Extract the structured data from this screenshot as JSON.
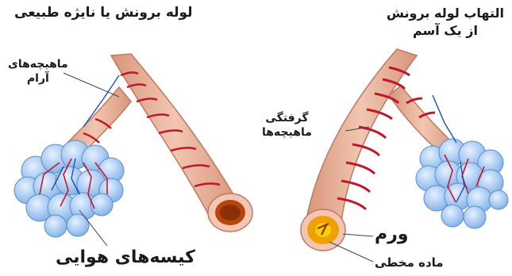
{
  "labels": {
    "left_title": "لوله برونش یا نایژه طبیعی",
    "right_title_line1": "التهاب لوله برونش",
    "right_title_line2": "از یک آسم",
    "relaxed_muscles_line1": "ماهیچه‌های",
    "relaxed_muscles_line2": "آرام",
    "muscle_tightening_line1": "گرفتگی",
    "muscle_tightening_line2": "ماهیچه‌ها",
    "air_sacs": "کیسه‌های هوایی",
    "swelling": "ورم",
    "mucus": "ماده مخطی"
  },
  "colors": {
    "tube": "#e9b39a",
    "muscle": "#c0182a",
    "alveoli": "#9fc6f2",
    "lumen_normal": "#d35a08",
    "swelling": "#f0a000"
  }
}
